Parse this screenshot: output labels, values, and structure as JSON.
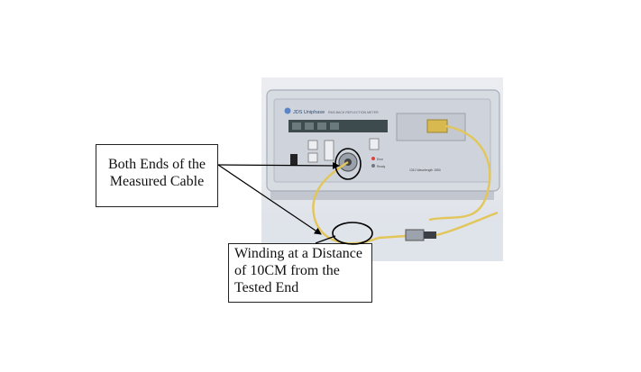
{
  "figure": {
    "panel_label_brand": "JDS Uniphase",
    "panel_label_model": "RM3 BACK REFLECTION METER",
    "panel_label_port": "1310 Wavelength 1550",
    "led_labels": [
      "Error",
      "Ready"
    ]
  },
  "callouts": {
    "cable_ends": {
      "line1": "Both Ends of the",
      "line2": "Measured Cable"
    },
    "winding": {
      "line1": "Winding at a Distance",
      "line2": "of 10CM from the",
      "line3": "Tested End"
    }
  },
  "colors": {
    "device_body": "#d7dbe2",
    "display": "#3d4a4e",
    "fiber": "#e2c65a",
    "led_red": "#e0413a",
    "outline": "#000000"
  }
}
